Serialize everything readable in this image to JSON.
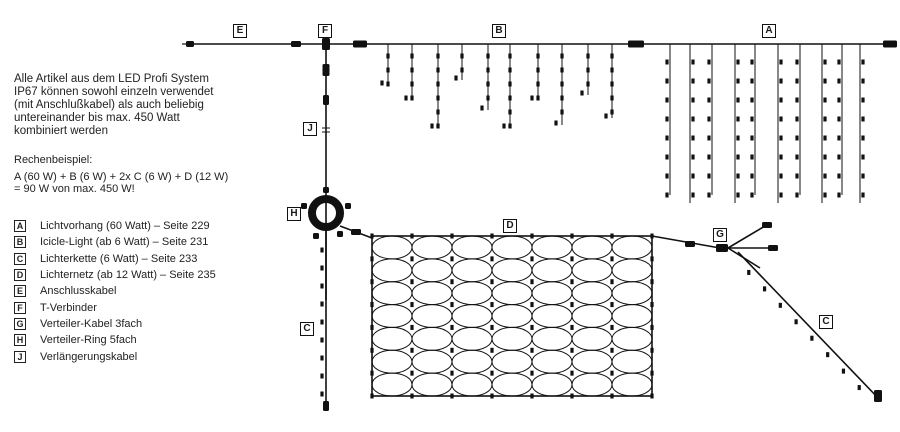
{
  "description": {
    "lines": [
      "Alle Artikel aus dem LED Profi System",
      "IP67 können sowohl einzeln verwendet",
      "(mit Anschlußkabel) als auch beliebig",
      "untereinander bis max. 450 Watt",
      "kombiniert werden"
    ]
  },
  "example": {
    "heading": "Rechenbeispiel:",
    "lines": [
      "A (60 W) + B (6 W) + 2x C (6 W) + D (12 W)",
      "= 90 W von max. 450 W!"
    ]
  },
  "legend": [
    {
      "key": "A",
      "text": "Lichtvorhang (60 Watt) – Seite 229"
    },
    {
      "key": "B",
      "text": "Icicle-Light (ab 6 Watt) – Seite 231"
    },
    {
      "key": "C",
      "text": "Lichterkette (6 Watt) – Seite 233"
    },
    {
      "key": "D",
      "text": "Lichternetz (ab 12 Watt) – Seite 235"
    },
    {
      "key": "E",
      "text": "Anschlusskabel"
    },
    {
      "key": "F",
      "text": "T-Verbinder"
    },
    {
      "key": "G",
      "text": "Verteiler-Kabel 3fach"
    },
    {
      "key": "H",
      "text": "Verteiler-Ring 5fach"
    },
    {
      "key": "J",
      "text": "Verlängerungskabel"
    }
  ],
  "diagram_labels": {
    "E": "E",
    "F": "F",
    "B": "B",
    "A": "A",
    "J": "J",
    "H": "H",
    "D": "D",
    "G": "G",
    "C_left": "C",
    "C_right": "C"
  },
  "colors": {
    "line": "#111111",
    "text": "#222222",
    "background": "#ffffff"
  }
}
